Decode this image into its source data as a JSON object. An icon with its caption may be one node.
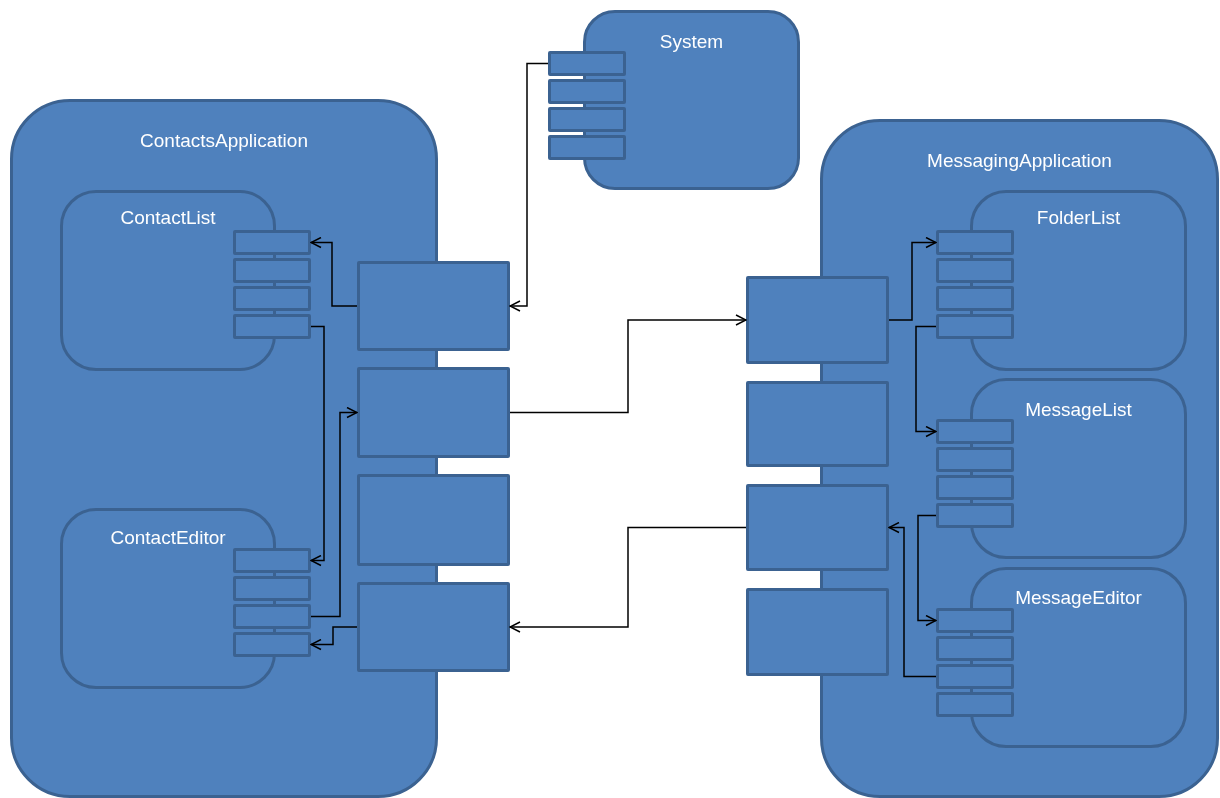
{
  "diagram": {
    "nodes": [
      {
        "text": [
          "System"
        ]
      },
      {
        "text": [],
        "shape": "box"
      },
      {
        "text": [],
        "shape": "box"
      },
      {
        "text": [],
        "shape": "box"
      },
      {
        "text": [],
        "shape": "box"
      },
      {
        "text": [
          "ContactsApplication"
        ]
      },
      {
        "text": [
          "ContactList"
        ],
        "in": 5
      },
      {
        "text": [],
        "shape": "box",
        "in": 5
      },
      {
        "text": [],
        "shape": "box",
        "in": 5
      },
      {
        "text": [],
        "shape": "box",
        "in": 5
      },
      {
        "text": [],
        "shape": "box",
        "in": 5
      },
      {
        "text": [
          "ContactEditor"
        ],
        "in": 5
      },
      {
        "text": [],
        "shape": "box",
        "in": 5
      },
      {
        "text": [],
        "shape": "box",
        "in": 5
      },
      {
        "text": [],
        "shape": "box",
        "in": 5
      },
      {
        "text": [],
        "shape": "box",
        "in": 5
      },
      {
        "text": [],
        "shape": "box"
      },
      {
        "text": [],
        "shape": "box"
      },
      {
        "text": [],
        "shape": "box"
      },
      {
        "text": [],
        "shape": "box"
      },
      {
        "text": [
          "MessagingApplication"
        ]
      },
      {
        "text": [],
        "shape": "box"
      },
      {
        "text": [],
        "shape": "box"
      },
      {
        "text": [],
        "shape": "box"
      },
      {
        "text": [],
        "shape": "box"
      },
      {
        "text": [
          "FolderList"
        ],
        "in": 20
      },
      {
        "text": [],
        "shape": "box",
        "in": 20
      },
      {
        "text": [],
        "shape": "box",
        "in": 20
      },
      {
        "text": [],
        "shape": "box",
        "in": 20
      },
      {
        "text": [],
        "shape": "box",
        "in": 20
      },
      {
        "text": [
          "MessageList"
        ],
        "in": 20
      },
      {
        "text": [],
        "shape": "box",
        "in": 20
      },
      {
        "text": [],
        "shape": "box",
        "in": 20
      },
      {
        "text": [],
        "shape": "box",
        "in": 20
      },
      {
        "text": [],
        "shape": "box",
        "in": 20
      },
      {
        "text": [
          "MessageEditor"
        ],
        "in": 20
      },
      {
        "text": [],
        "shape": "box",
        "in": 20
      },
      {
        "text": [],
        "shape": "box",
        "in": 20
      },
      {
        "text": [],
        "shape": "box",
        "in": 20
      },
      {
        "text": [],
        "shape": "box",
        "in": 20
      }
    ],
    "edges": [
      {
        "from": 1,
        "to": 16,
        "arrow": "to"
      },
      {
        "from": 16,
        "to": 7,
        "arrow": "to"
      },
      {
        "from": 10,
        "to": 12,
        "arrow": "to"
      },
      {
        "from": 14,
        "to": 17,
        "arrow": "to"
      },
      {
        "from": 19,
        "to": 15,
        "arrow": "to"
      },
      {
        "from": 17,
        "to": 21,
        "arrow": "to"
      },
      {
        "from": 23,
        "to": 19,
        "arrow": "to"
      },
      {
        "from": 21,
        "to": 26,
        "arrow": "to"
      },
      {
        "from": 29,
        "to": 31,
        "arrow": "to"
      },
      {
        "from": 34,
        "to": 36,
        "arrow": "to"
      },
      {
        "from": 38,
        "to": 23,
        "arrow": "to"
      }
    ]
  }
}
